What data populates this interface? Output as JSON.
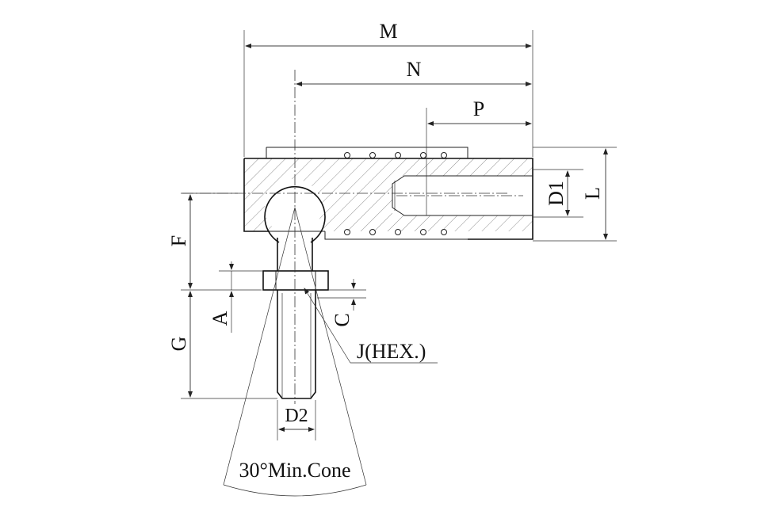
{
  "labels": {
    "M": "M",
    "N": "N",
    "P": "P",
    "D1": "D1",
    "L": "L",
    "F": "F",
    "A": "A",
    "C": "C",
    "G": "G",
    "D2": "D2",
    "J": "J(HEX.)",
    "cone": "30°Min.Cone"
  }
}
